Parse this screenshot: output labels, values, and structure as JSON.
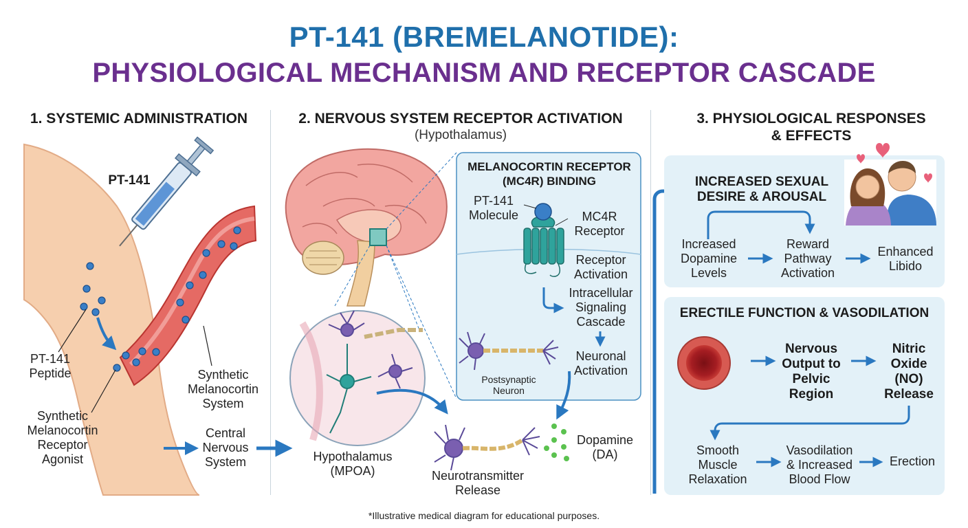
{
  "title": {
    "line1": "PT-141 (BREMELANOTIDE):",
    "line2": "PHYSIOLOGICAL MECHANISM AND RECEPTOR CASCADE"
  },
  "section1": {
    "heading": "1. SYSTEMIC ADMINISTRATION",
    "syringe_label": "PT-141",
    "peptide_label": "PT-141\nPeptide",
    "agonist_label": "Synthetic\nMelanocortin\nReceptor\nAgonist",
    "system_label": "Synthetic\nMelanocortin\nSystem",
    "cns_label": "Central\nNervous\nSystem"
  },
  "section2": {
    "heading": "2. NERVOUS SYSTEM RECEPTOR ACTIVATION",
    "subheading": "(Hypothalamus)",
    "inset_title": "MELANOCORTIN RECEPTOR\n(MC4R) BINDING",
    "molecule_label": "PT-141\nMolecule",
    "receptor_label": "MC4R\nReceptor",
    "activation_label": "Receptor\nActivation",
    "cascade_label": "Intracellular\nSignaling\nCascade",
    "neuronal_label": "Neuronal\nActivation",
    "postsynaptic_label": "Postsynaptic\nNeuron",
    "hypothalamus_label": "Hypothalamus\n(MPOA)",
    "release_label": "Neurotransmitter\nRelease",
    "dopamine_label": "Dopamine\n(DA)"
  },
  "section3": {
    "heading": "3. PHYSIOLOGICAL RESPONSES\n& EFFECTS",
    "desire": {
      "title": "INCREASED SEXUAL\nDESIRE & AROUSAL",
      "steps": [
        "Increased\nDopamine\nLevels",
        "Reward\nPathway\nActivation",
        "Enhanced\nLibido"
      ]
    },
    "erectile": {
      "title": "ERECTILE FUNCTION & VASODILATION",
      "steps_top": [
        "Nervous\nOutput to\nPelvic\nRegion",
        "Nitric\nOxide\n(NO)\nRelease"
      ],
      "steps_bottom": [
        "Smooth\nMuscle\nRelaxation",
        "Vasodilation\n& Increased\nBlood Flow",
        "Erection"
      ]
    }
  },
  "footnote": "*Illustrative medical diagram for educational purposes.",
  "colors": {
    "title_blue": "#1f6fab",
    "title_purple": "#6a2f8e",
    "arrow_blue": "#2a78c0",
    "panel_bg": "#e3f1f8",
    "skin": "#f6cfae",
    "vessel_red": "#d9534f",
    "brain_pink": "#f2a6a0",
    "neuron_purple": "#7a5fb0",
    "receptor_teal": "#2fa39c",
    "dopamine_green": "#5bc24f"
  }
}
